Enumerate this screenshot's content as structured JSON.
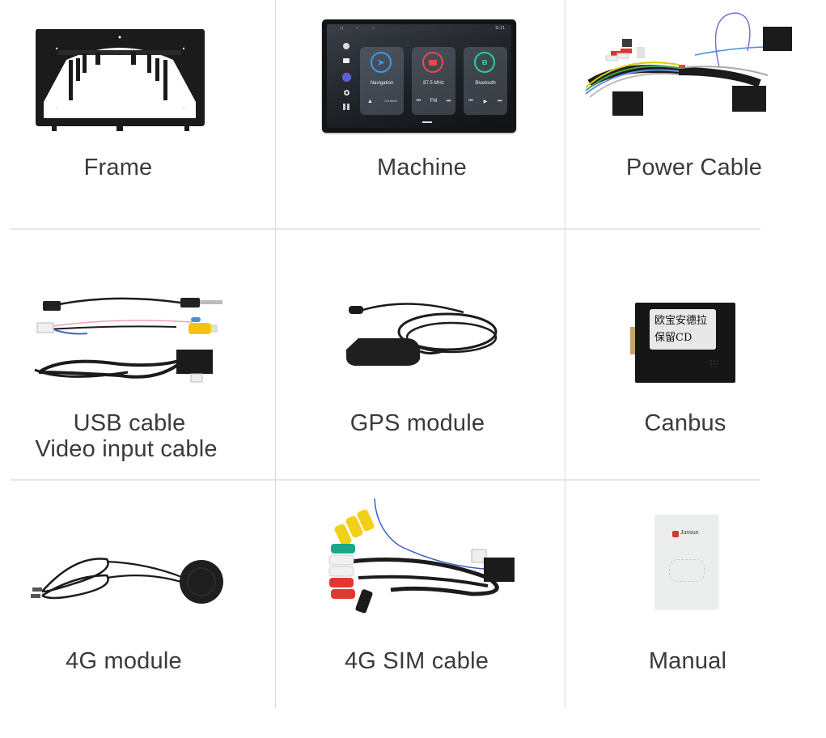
{
  "items": [
    {
      "id": "frame",
      "label": "Frame"
    },
    {
      "id": "machine",
      "label": "Machine",
      "screen": {
        "status_time": "11:21",
        "cards": [
          {
            "title": "Navigation",
            "icon": "navigation-arrow",
            "color": "#3d9be9",
            "controls": [
              "▲",
              "0.0 km/h"
            ]
          },
          {
            "title": "87.5 MHz",
            "icon": "radio",
            "color": "#e84a4a",
            "controls": [
              "⏮",
              "FM",
              "⏭"
            ]
          },
          {
            "title": "Bluetooth",
            "icon": "bluetooth",
            "color": "#2ecf8a",
            "controls": [
              "⏮",
              "▶",
              "⏭"
            ]
          }
        ]
      }
    },
    {
      "id": "power-cable",
      "label": "Power Cable"
    },
    {
      "id": "usb-video-cable",
      "label_line1": "USB cable",
      "label_line2": "Video input cable"
    },
    {
      "id": "gps-module",
      "label": "GPS module"
    },
    {
      "id": "canbus",
      "label": "Canbus",
      "module_text_line1": "欧宝安德拉",
      "module_text_line2": "保留CD"
    },
    {
      "id": "4g-module",
      "label": "4G module"
    },
    {
      "id": "4g-sim-cable",
      "label": "4G SIM cable"
    },
    {
      "id": "manual",
      "label": "Manual",
      "brand": "Junsun"
    }
  ],
  "colors": {
    "label_text": "#3a3a3a",
    "divider": "#d9d9d9",
    "background": "#ffffff"
  }
}
